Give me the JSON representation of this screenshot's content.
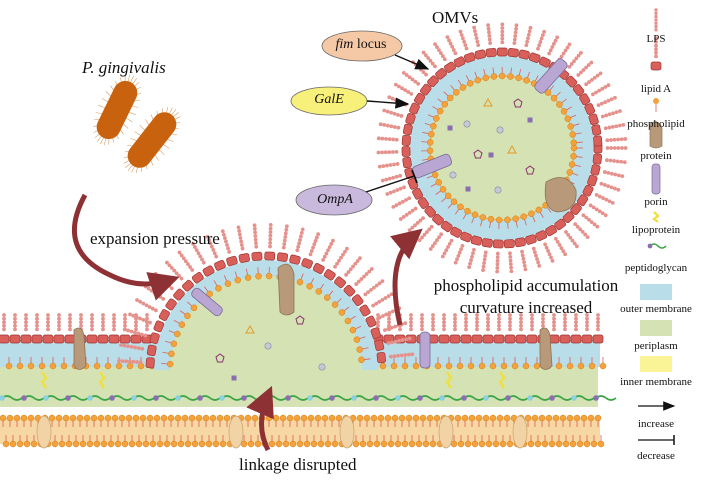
{
  "title_omvs": "OMVs",
  "organism_label": "P. gingivalis",
  "process_labels": {
    "expansion": "expansion pressure",
    "linkage": "linkage disrupted",
    "accumulation_line1": "phospholipid accumulation",
    "accumulation_line2": "curvature increased"
  },
  "regulators": [
    {
      "id": "fim",
      "name_italic": "fim",
      "name_plain": " locus",
      "color": "#f6c9a6",
      "effect": "increase"
    },
    {
      "id": "galE",
      "name_italic": "GalE",
      "name_plain": "",
      "color": "#f7f07a",
      "effect": "increase"
    },
    {
      "id": "ompA",
      "name_italic": "OmpA",
      "name_plain": "",
      "color": "#c9b9dc",
      "effect": "decrease"
    }
  ],
  "legend": [
    {
      "icon": "lps-icon",
      "label": "LPS"
    },
    {
      "icon": "lipid-a-icon",
      "label": "lipid A"
    },
    {
      "icon": "phospholipid-icon",
      "label": "phospholipid"
    },
    {
      "icon": "protein-icon",
      "label": "protein"
    },
    {
      "icon": "porin-icon",
      "label": "porin"
    },
    {
      "icon": "lipoprotein-icon",
      "label": "lipoprotein"
    },
    {
      "icon": "peptidoglycan-icon",
      "label": "peptidoglycan"
    },
    {
      "icon": "outer-membrane-icon",
      "label": "outer membrane"
    },
    {
      "icon": "periplasm-icon",
      "label": "periplasm"
    },
    {
      "icon": "inner-membrane-icon",
      "label": "inner membrane"
    },
    {
      "icon": "increase-arrow-icon",
      "label": "increase"
    },
    {
      "icon": "decrease-arrow-icon",
      "label": "decrease"
    }
  ],
  "colors": {
    "lps_bead": "#e5928d",
    "lipid_a": "#d95f5b",
    "phospholipid_head": "#f4a23c",
    "outer_membrane": "#b9dde9",
    "periplasm": "#d5e3b4",
    "inner_membrane": "#fbf496",
    "protein": "#b89a7a",
    "porin": "#b9a6d2",
    "bacterium": "#c8620e",
    "process_arrow": "#8e3135",
    "peptidoglycan_strand": "#3aa544",
    "pg_node_a": "#8a6fb0",
    "pg_node_b": "#8ccfe0"
  }
}
